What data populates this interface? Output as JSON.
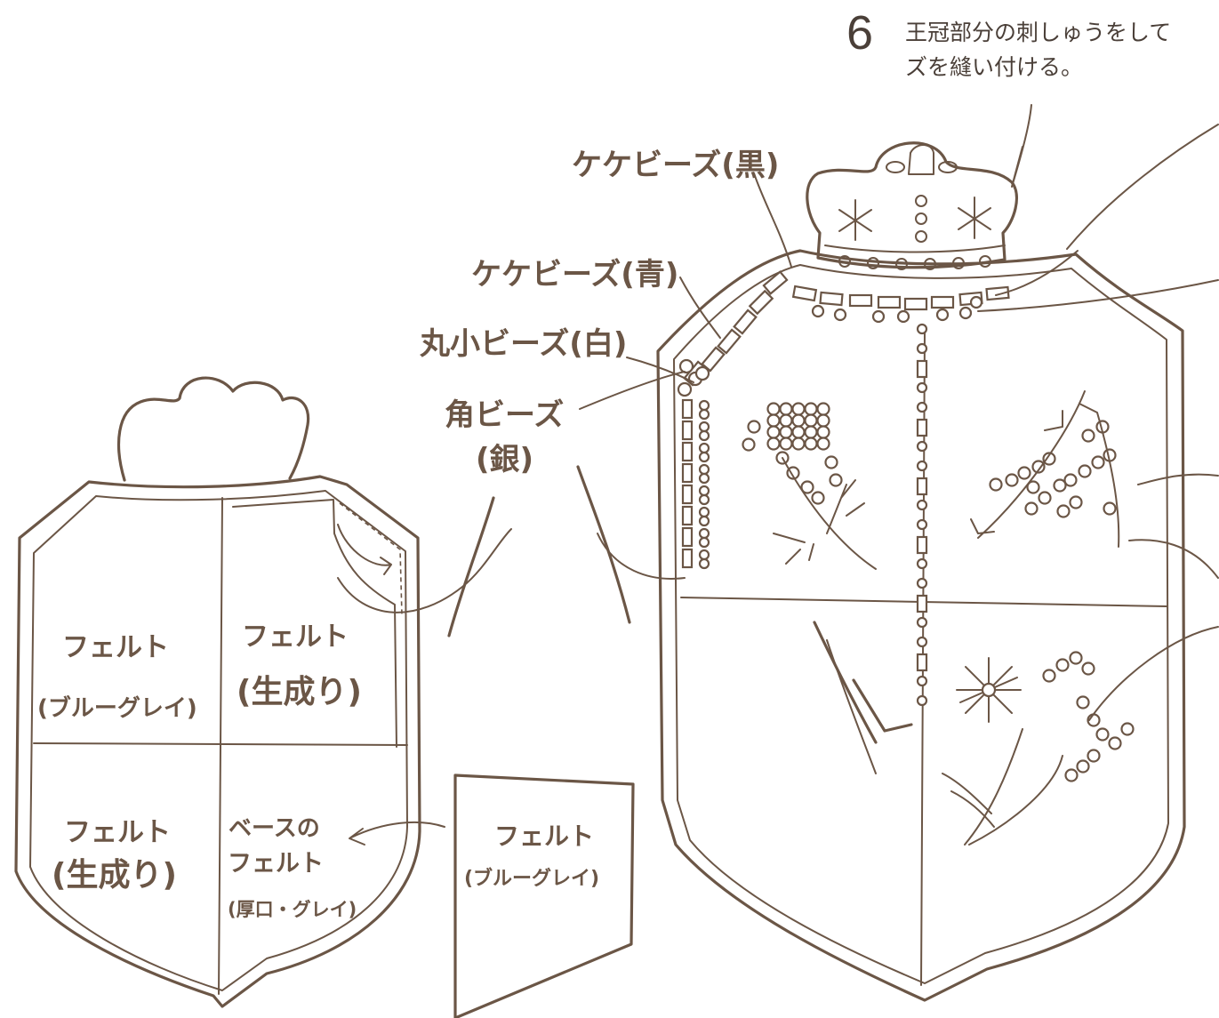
{
  "step": {
    "number": "6",
    "instruction_line1": "王冠部分の刺しゅうをして",
    "instruction_line2": "ズを縫い付ける。"
  },
  "left_diagram": {
    "quadrants": [
      {
        "line1": "フェルト",
        "line2": "(ブルーグレイ)"
      },
      {
        "line1": "フェルト",
        "line2": "(生成り)"
      },
      {
        "line1": "フェルト",
        "line2": "(生成り)"
      },
      {
        "line1": "ベースの",
        "line2": "フェルト",
        "line3": "(厚口・グレイ)"
      }
    ],
    "separate_piece": {
      "line1": "フェルト",
      "line2": "(ブルーグレイ)"
    }
  },
  "right_diagram": {
    "bead_labels": [
      "ケケビーズ(黒)",
      "ケケビーズ(青)",
      "丸小ビーズ(白)",
      "角ビーズ",
      "(銀)"
    ]
  },
  "colors": {
    "ink": "#6b5646",
    "text": "#4a3f38",
    "background": "#ffffff"
  }
}
